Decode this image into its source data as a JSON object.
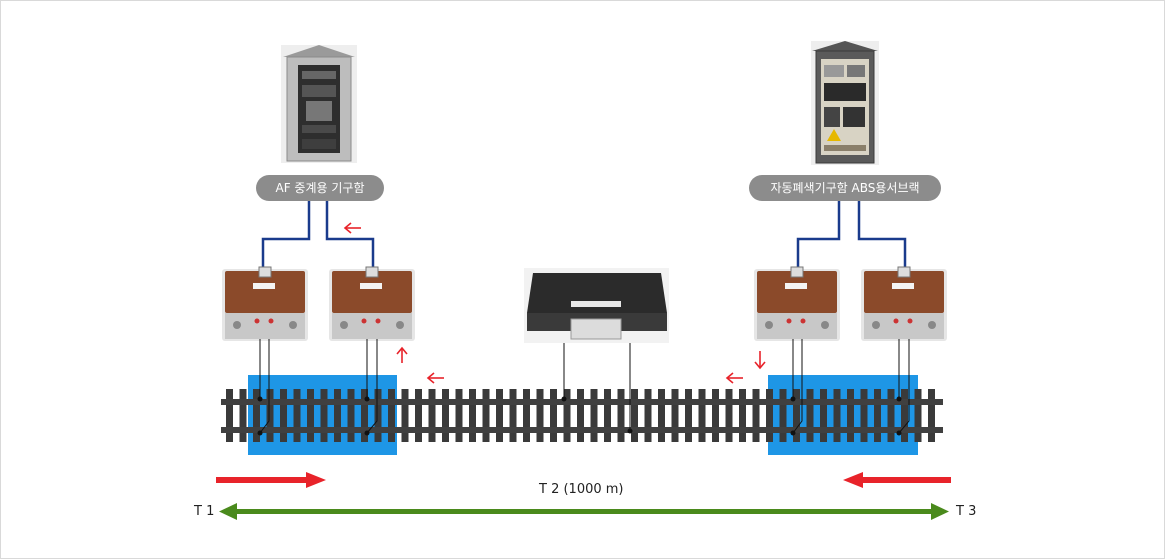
{
  "cabinets": {
    "left_label": "AF 중계용 기구함",
    "right_label": "자동폐색기구함 ABS용서브랙"
  },
  "segments": {
    "t1_label": "T 1",
    "t2_label": "T 2  (1000 m)",
    "t3_label": "T 3"
  },
  "colors": {
    "track_zone": "#1e96e6",
    "cable": "#1a3b8c",
    "arrow_red": "#e8232a",
    "span_arrow_green": "#4a8a1c",
    "pill_bg": "#8c8c8c",
    "rail": "#404040",
    "sleeper": "#3a3a3a",
    "tuning_unit_body": "#8b4a2a"
  }
}
